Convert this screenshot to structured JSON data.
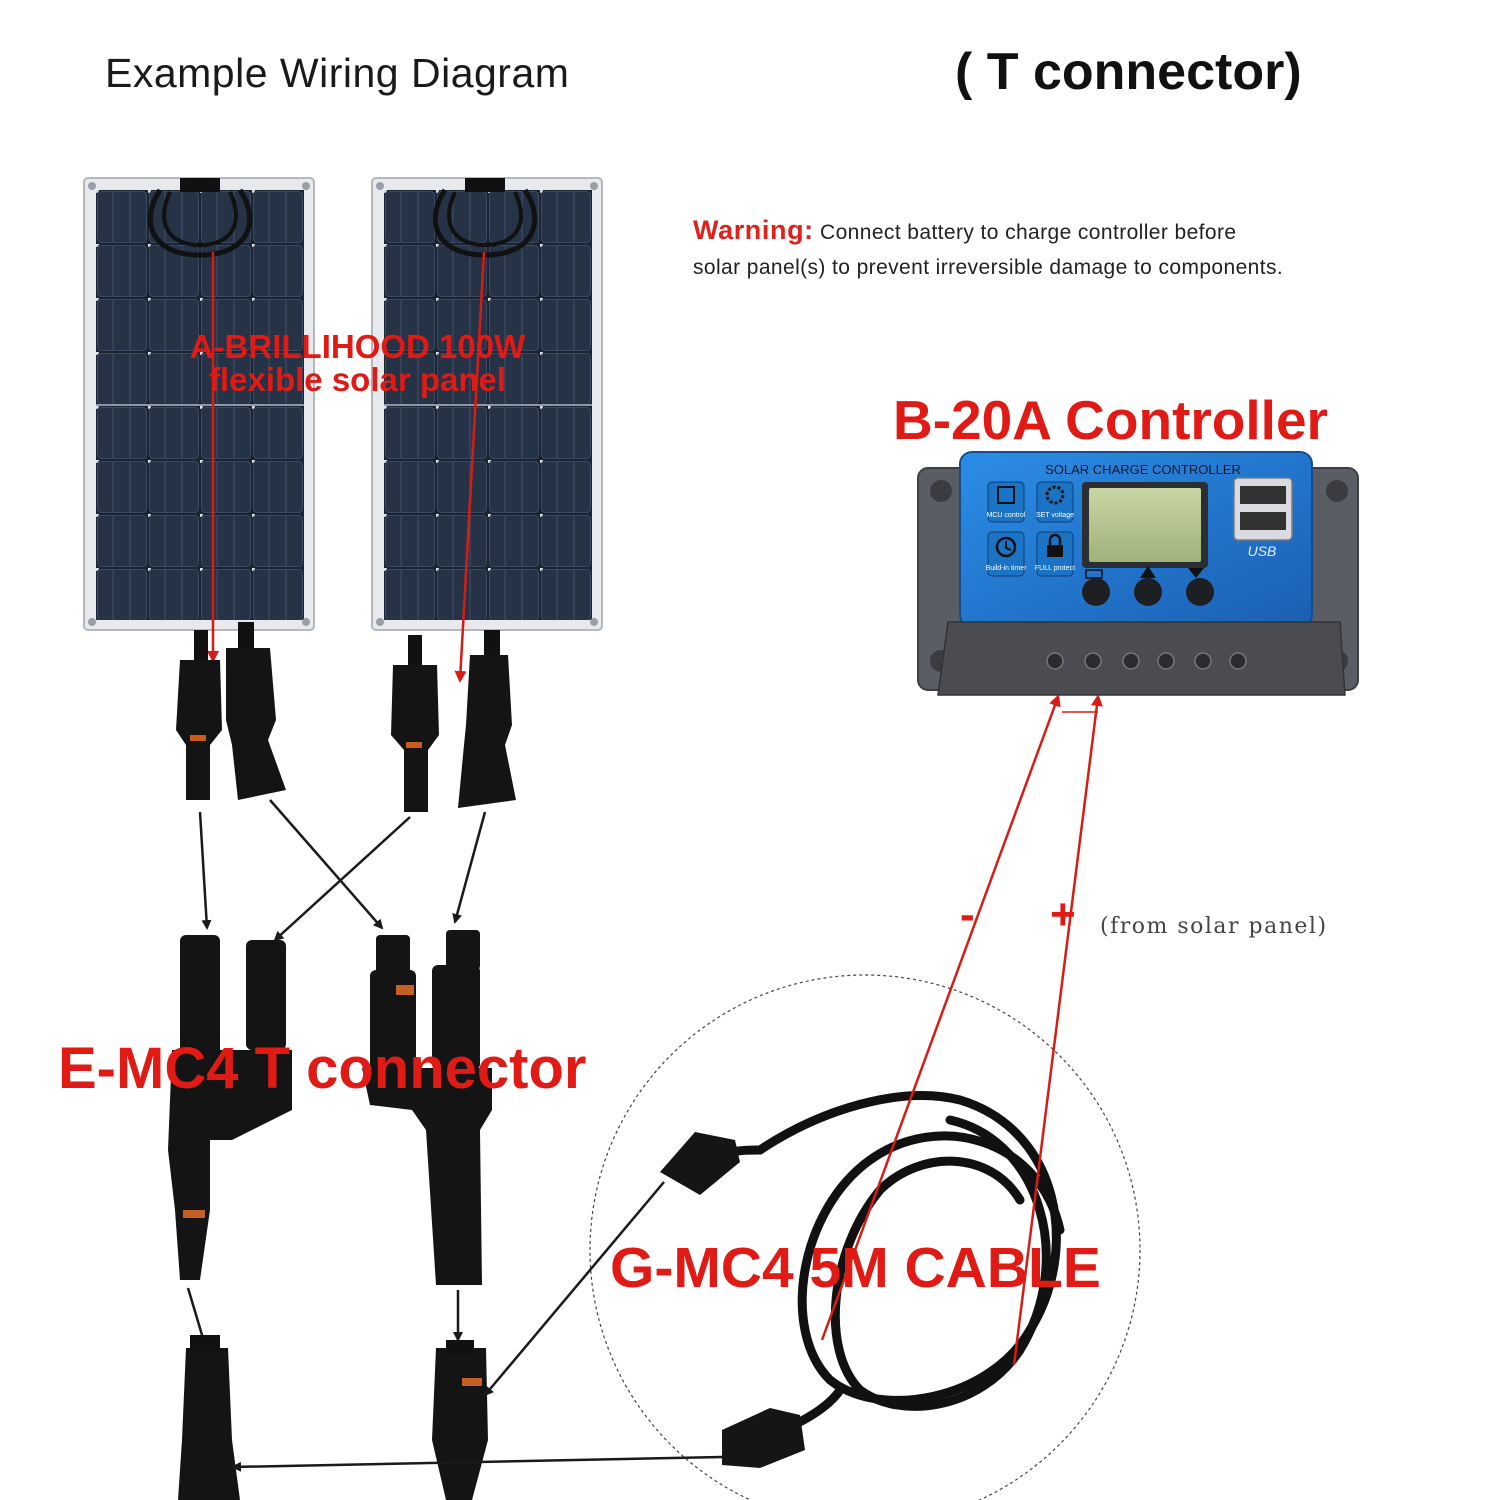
{
  "header": {
    "title": "Example Wiring Diagram",
    "subtitle": "( T connector)"
  },
  "warning": {
    "label": "Warning:",
    "line1": "Connect battery to charge controller before",
    "line2": "solar panel(s) to prevent irreversible damage to components."
  },
  "labels": {
    "panel_line1": "A-BRILLIHOOD 100W",
    "panel_line2": "flexible solar panel",
    "controller": "B-20A Controller",
    "t_connector": "E-MC4 T connector",
    "cable": "G-MC4 5M CABLE",
    "minus": "-",
    "plus": "+",
    "from_solar": "(from solar panel)"
  },
  "controller": {
    "header_text": "SOLAR CHARGE CONTROLLER",
    "icons": [
      {
        "label": "MCU control",
        "icon": "chip-icon"
      },
      {
        "label": "SET voltage",
        "icon": "gear-icon"
      },
      {
        "label": "Build-in timer",
        "icon": "clock-icon"
      },
      {
        "label": "FULL protect",
        "icon": "lock-icon"
      }
    ],
    "usb_label": "USB",
    "buttons": [
      "menu",
      "up",
      "down"
    ],
    "terminals": 6
  },
  "colors": {
    "accent_red": "#e01a14",
    "controller_blue": "#1f7fd8",
    "panel_dark": "#1c2533",
    "arrow": "#1a1a1a"
  }
}
